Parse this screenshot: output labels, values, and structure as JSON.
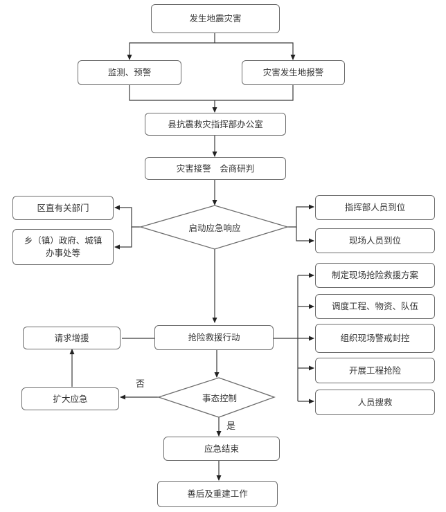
{
  "diagram": {
    "nodes": {
      "earthquake": "发生地震灾害",
      "monitoring": "监测、预警",
      "site_report": "灾害发生地报警",
      "hq_office": "县抗震救灾指挥部办公室",
      "receive_alarm": "灾害接警　会商研判",
      "start_response": "启动应急响应",
      "district_depts": "区直有关部门",
      "township_gov": "乡（镇）政府、城镇办事处等",
      "hq_staff": "指挥部人员到位",
      "site_staff": "现场人员到位",
      "rescue_plan": "制定现场抢险救援方案",
      "dispatch": "调度工程、物资、队伍",
      "cordon": "组织现场警戒封控",
      "engineering": "开展工程抢险",
      "search_rescue": "人员搜救",
      "request_support": "请求增援",
      "rescue_action": "抢险救援行动",
      "expand_response": "扩大应急",
      "control": "事态控制",
      "end_response": "应急结束",
      "recovery": "善后及重建工作"
    },
    "edge_labels": {
      "no": "否",
      "yes": "是"
    },
    "colors": {
      "line": "#3a3a3a",
      "border": "#6b6b6b"
    }
  }
}
